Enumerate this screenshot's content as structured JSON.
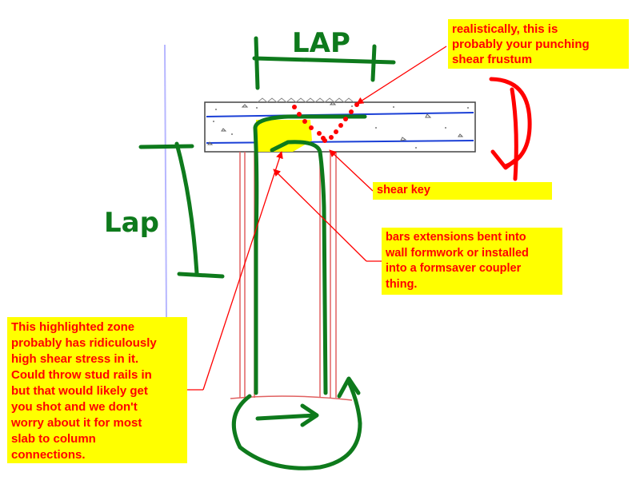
{
  "colors": {
    "green_markup": "#0e7a1c",
    "red_markup": "#ff0000",
    "note_background": "#ffff00",
    "note_text": "#ff0000",
    "rebar_blue": "#1a3fd6",
    "guide_line": "#b7b7ff",
    "column_line": "#e06060"
  },
  "labels": {
    "lap_top": "LAP",
    "lap_left": "Lap"
  },
  "notes": {
    "frustum": "realistically, this is\nprobably your punching\nshear frustum",
    "shear_key": "shear key",
    "bars_extensions": "bars extensions bent into\nwall formwork or installed\ninto a formsaver coupler\nthing.",
    "highlighted_zone": "This highlighted zone\nprobably has ridiculously\nhigh shear stress in it.\nCould throw stud rails in\nbut that would likely get\nyou shot and we don't\nworry about it for most\nslab to column\nconnections."
  }
}
